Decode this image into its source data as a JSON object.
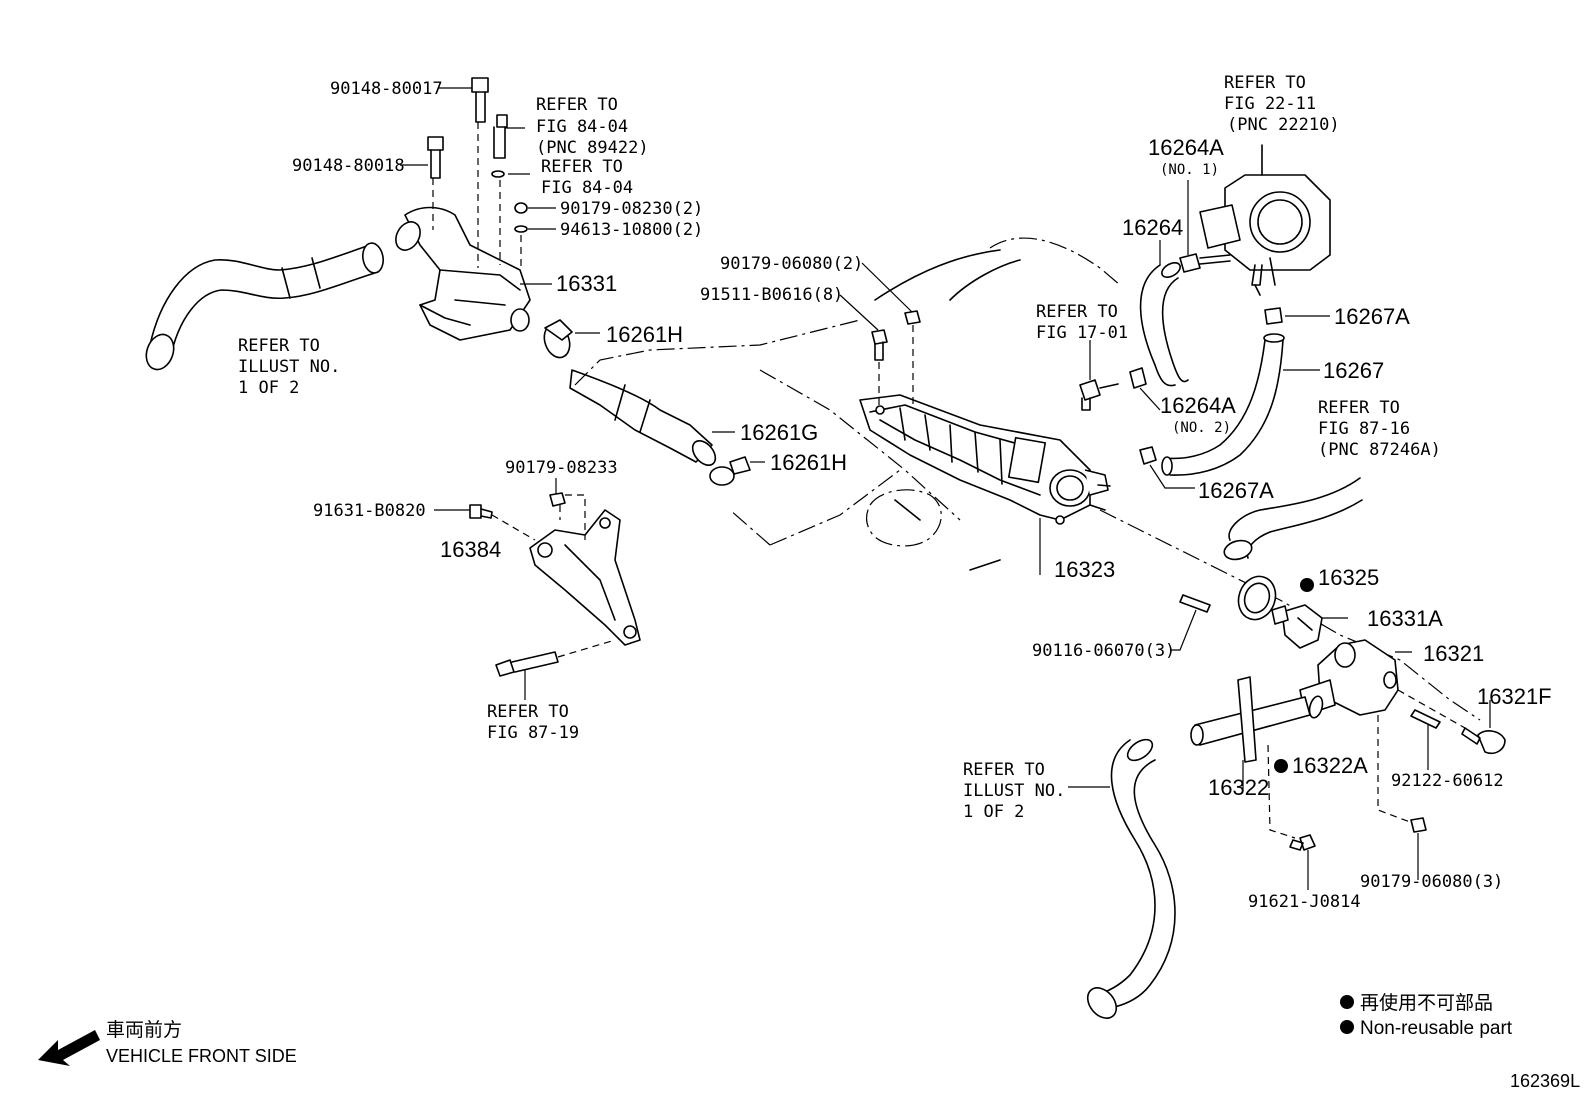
{
  "callouts": {
    "p90148_80017": "90148-80017",
    "p90148_80018": "90148-80018",
    "refer_fig_84_04_a_l1": "REFER TO",
    "refer_fig_84_04_a_l2": "FIG 84-04",
    "refer_fig_84_04_a_l3": "(PNC 89422)",
    "refer_fig_84_04_b_l1": "REFER TO",
    "refer_fig_84_04_b_l2": "FIG 84-04",
    "p90179_08230": "90179-08230(2)",
    "p94613_10800": "94613-10800(2)",
    "p16331": "16331",
    "refer_illust_left_l1": "REFER TO",
    "refer_illust_left_l2": "ILLUST NO.",
    "refer_illust_left_l3": "1 OF 2",
    "p16261H_top": "16261H",
    "p90179_06080_2": "90179-06080(2)",
    "p91511_B0616": "91511-B0616(8)",
    "p16261G": "16261G",
    "p16261H_bottom": "16261H",
    "p90179_08233": "90179-08233",
    "p91631_B0820": "91631-B0820",
    "p16384": "16384",
    "refer_fig_87_19_l1": "REFER TO",
    "refer_fig_87_19_l2": "FIG 87-19",
    "refer_fig_22_11_l1": "REFER TO",
    "refer_fig_22_11_l2": "FIG 22-11",
    "refer_fig_22_11_l3": "(PNC 22210)",
    "p16264A_1": "16264A",
    "p16264A_1_note": "(NO. 1)",
    "p16264": "16264",
    "refer_fig_17_01_l1": "REFER TO",
    "refer_fig_17_01_l2": "FIG 17-01",
    "p16267A_top": "16267A",
    "p16267": "16267",
    "p16264A_2": "16264A",
    "p16264A_2_note": "(NO. 2)",
    "refer_fig_87_16_l1": "REFER TO",
    "refer_fig_87_16_l2": "FIG 87-16",
    "refer_fig_87_16_l3": "(PNC 87246A)",
    "p16267A_bottom": "16267A",
    "p16323": "16323",
    "p16325": "16325",
    "p16331A": "16331A",
    "p90116_06070": "90116-06070(3)",
    "p16321": "16321",
    "p16321F": "16321F",
    "p92122_60612": "92122-60612",
    "p16322A": "16322A",
    "p16322": "16322",
    "refer_illust_right_l1": "REFER TO",
    "refer_illust_right_l2": "ILLUST NO.",
    "refer_illust_right_l3": "1 OF 2",
    "p91621_J0814": "91621-J0814",
    "p90179_06080_3": "90179-06080(3)"
  },
  "legend": {
    "non_reusable_jp": "再使用不可部品",
    "non_reusable_en": "Non-reusable part"
  },
  "orientation": {
    "jp": "車両前方",
    "en": "VEHICLE FRONT SIDE"
  },
  "figure_id": "162369L"
}
